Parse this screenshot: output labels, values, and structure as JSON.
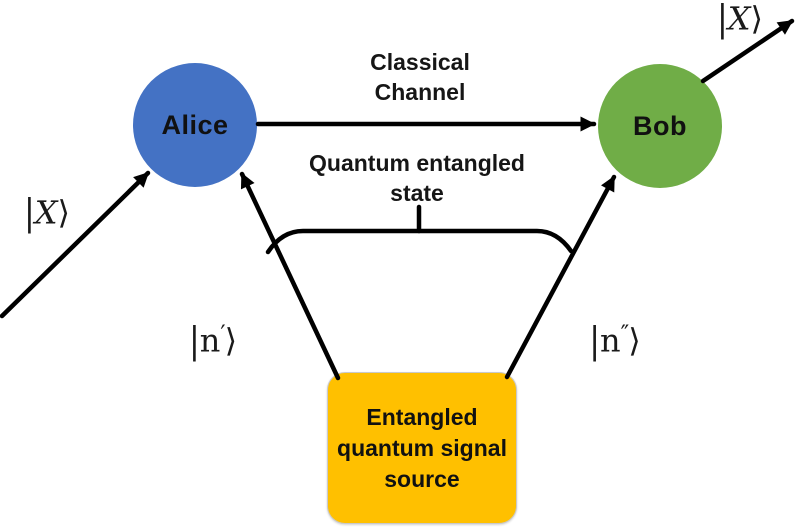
{
  "diagram": {
    "nodes": {
      "alice": {
        "label": "Alice",
        "shape": "circle",
        "color": "#4472C4"
      },
      "bob": {
        "label": "Bob",
        "shape": "circle",
        "color": "#70AD47"
      },
      "source": {
        "label": "Entangled\nquantum signal\nsource",
        "shape": "rounded-rect",
        "color": "#FFC000"
      }
    },
    "labels": {
      "classical_channel": "Classical\nChannel",
      "quantum_entangled": "Quantum entangled\nstate"
    },
    "kets": {
      "x_in": {
        "open": "|",
        "letter": "X",
        "prime": "",
        "close": "⟩"
      },
      "x_out": {
        "open": "|",
        "letter": "X",
        "prime": "",
        "close": "⟩"
      },
      "n_prime": {
        "open": "|",
        "letter": "n",
        "prime": "′",
        "close": "⟩"
      },
      "n_double_prime": {
        "open": "|",
        "letter": "n",
        "prime": "″",
        "close": "⟩"
      }
    },
    "edges": [
      {
        "name": "input-arrow",
        "from": "outside",
        "to": "alice",
        "label": "|X⟩"
      },
      {
        "name": "classical-channel-arrow",
        "from": "alice",
        "to": "bob",
        "label": "Classical Channel"
      },
      {
        "name": "output-arrow",
        "from": "bob",
        "to": "outside",
        "label": "|X⟩"
      },
      {
        "name": "source-to-alice-arrow",
        "from": "source",
        "to": "alice",
        "label": "|n′⟩"
      },
      {
        "name": "source-to-bob-arrow",
        "from": "source",
        "to": "bob",
        "label": "|n″⟩"
      },
      {
        "name": "entangled-state-brace",
        "groups": [
          "source-to-alice-arrow",
          "source-to-bob-arrow"
        ],
        "label": "Quantum entangled state"
      }
    ],
    "colors": {
      "arrow": "#000000",
      "text": "#1b1b1b",
      "background": "#ffffff"
    }
  }
}
